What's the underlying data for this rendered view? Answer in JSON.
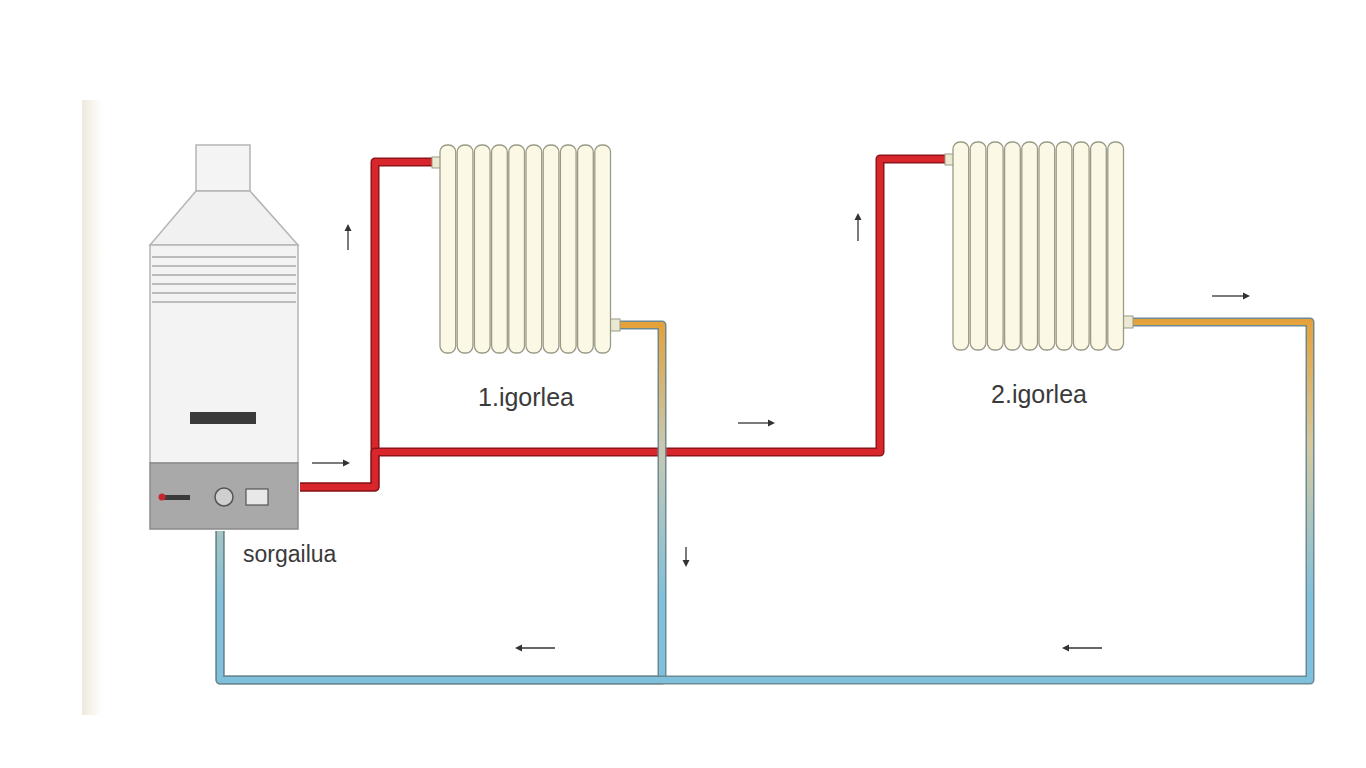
{
  "diagram": {
    "nodes": [
      {
        "text": [
          "sorgailua"
        ]
      },
      {
        "text": [
          "1.igorlea"
        ]
      },
      {
        "text": [
          "2.igorlea"
        ]
      }
    ],
    "edges": [
      {
        "from": 0,
        "to": 1,
        "arrow": "to"
      },
      {
        "from": 0,
        "to": 2,
        "arrow": "to"
      },
      {
        "from": 1,
        "to": 0,
        "arrow": "to"
      },
      {
        "from": 2,
        "to": 0,
        "arrow": "to"
      }
    ]
  }
}
